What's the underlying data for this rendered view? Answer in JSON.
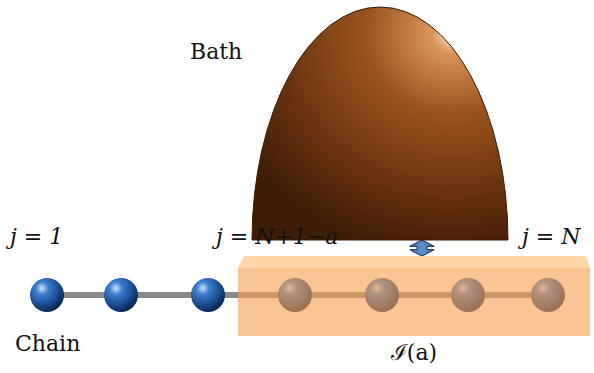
{
  "diagram": {
    "nodes": [
      {
        "text": [
          "Bath"
        ]
      },
      {
        "text": [
          "ℐ(a)"
        ]
      }
    ],
    "edges": [
      {
        "from": 0,
        "to": 1,
        "arrow": "both"
      }
    ],
    "labels": [
      "j = 1",
      "j = N+1−a",
      "j = N",
      "Chain"
    ]
  }
}
